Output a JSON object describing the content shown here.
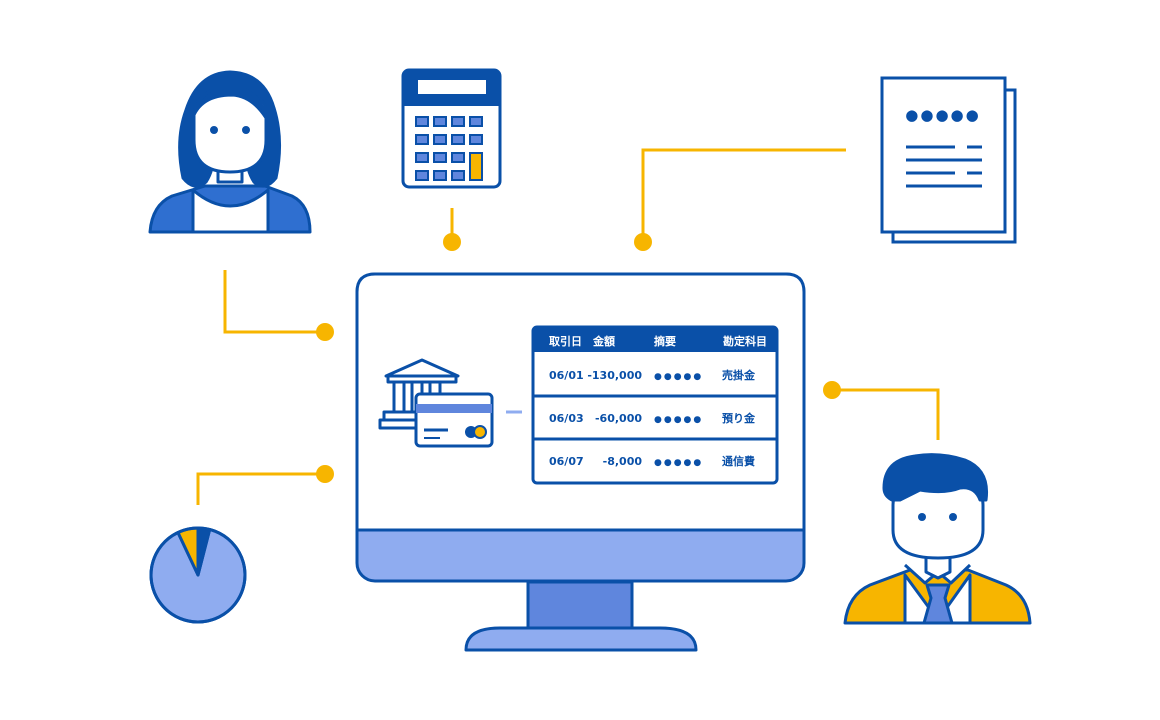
{
  "palette": {
    "blue_dark": "#0a50a8",
    "blue_mid": "#2f6fd0",
    "blue_light": "#8facf0",
    "blue_soft": "#5f86dd",
    "accent": "#f7b500",
    "white": "#ffffff"
  },
  "ledger": {
    "headers": [
      "取引日",
      "金額",
      "摘要",
      "勘定科目"
    ],
    "rows": [
      {
        "date": "06/01",
        "amount": "-130,000",
        "summary": "●●●●●",
        "account": "売掛金"
      },
      {
        "date": "06/03",
        "amount": "-60,000",
        "summary": "●●●●●",
        "account": "預り金"
      },
      {
        "date": "06/07",
        "amount": "-8,000",
        "summary": "●●●●●",
        "account": "通信費"
      }
    ]
  },
  "document": {
    "masked_text": "●●●●●"
  },
  "pie": {
    "slices": [
      {
        "label": "main",
        "fraction": 0.89,
        "color": "#8facf0"
      },
      {
        "label": "accent",
        "fraction": 0.07,
        "color": "#f7b500"
      },
      {
        "label": "dark",
        "fraction": 0.04,
        "color": "#0a50a8"
      }
    ]
  },
  "icons": [
    "woman-avatar-icon",
    "calculator-icon",
    "document-icon",
    "bank-icon",
    "credit-card-icon",
    "pie-chart-icon",
    "man-avatar-icon",
    "monitor-icon"
  ]
}
